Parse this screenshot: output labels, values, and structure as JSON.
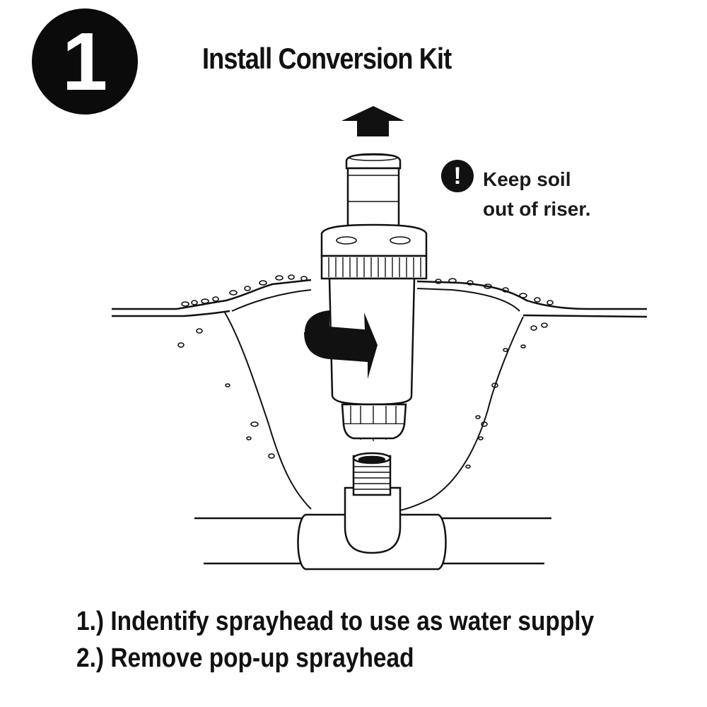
{
  "header": {
    "step_number": "1",
    "title": "Install Conversion Kit"
  },
  "note": {
    "icon": "exclamation-icon",
    "lines": [
      "Keep soil",
      "out of riser."
    ]
  },
  "instructions": [
    "1.) Indentify sprayhead to use as water supply",
    "2.) Remove pop-up sprayhead"
  ],
  "colors": {
    "ink": "#111111",
    "background": "#ffffff"
  }
}
